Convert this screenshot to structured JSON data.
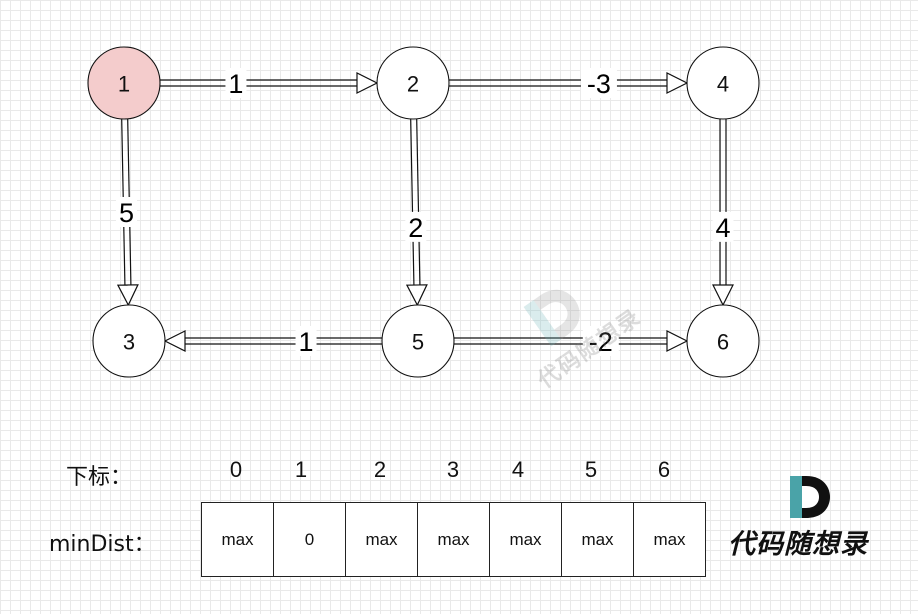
{
  "graph": {
    "nodes": [
      {
        "id": "1",
        "label": "1",
        "highlighted": true
      },
      {
        "id": "2",
        "label": "2",
        "highlighted": false
      },
      {
        "id": "4",
        "label": "4",
        "highlighted": false
      },
      {
        "id": "3",
        "label": "3",
        "highlighted": false
      },
      {
        "id": "5",
        "label": "5",
        "highlighted": false
      },
      {
        "id": "6",
        "label": "6",
        "highlighted": false
      }
    ],
    "edges": [
      {
        "from": "1",
        "to": "2",
        "weight": "1"
      },
      {
        "from": "2",
        "to": "4",
        "weight": "-3"
      },
      {
        "from": "1",
        "to": "3",
        "weight": "5"
      },
      {
        "from": "2",
        "to": "5",
        "weight": "2"
      },
      {
        "from": "4",
        "to": "6",
        "weight": "4"
      },
      {
        "from": "5",
        "to": "3",
        "weight": "1"
      },
      {
        "from": "5",
        "to": "6",
        "weight": "-2"
      }
    ],
    "highlight_color": "#f4cccc",
    "highlight_stroke": "#b85450"
  },
  "array": {
    "index_label": "下标：",
    "dist_label": "minDist：",
    "indices": [
      "0",
      "1",
      "2",
      "3",
      "4",
      "5",
      "6"
    ],
    "values": [
      "max",
      "0",
      "max",
      "max",
      "max",
      "max",
      "max"
    ]
  },
  "watermark": {
    "text": "代码随想录"
  },
  "logo": {
    "text": "代码随想录",
    "accent_color": "#4aa3a8"
  }
}
